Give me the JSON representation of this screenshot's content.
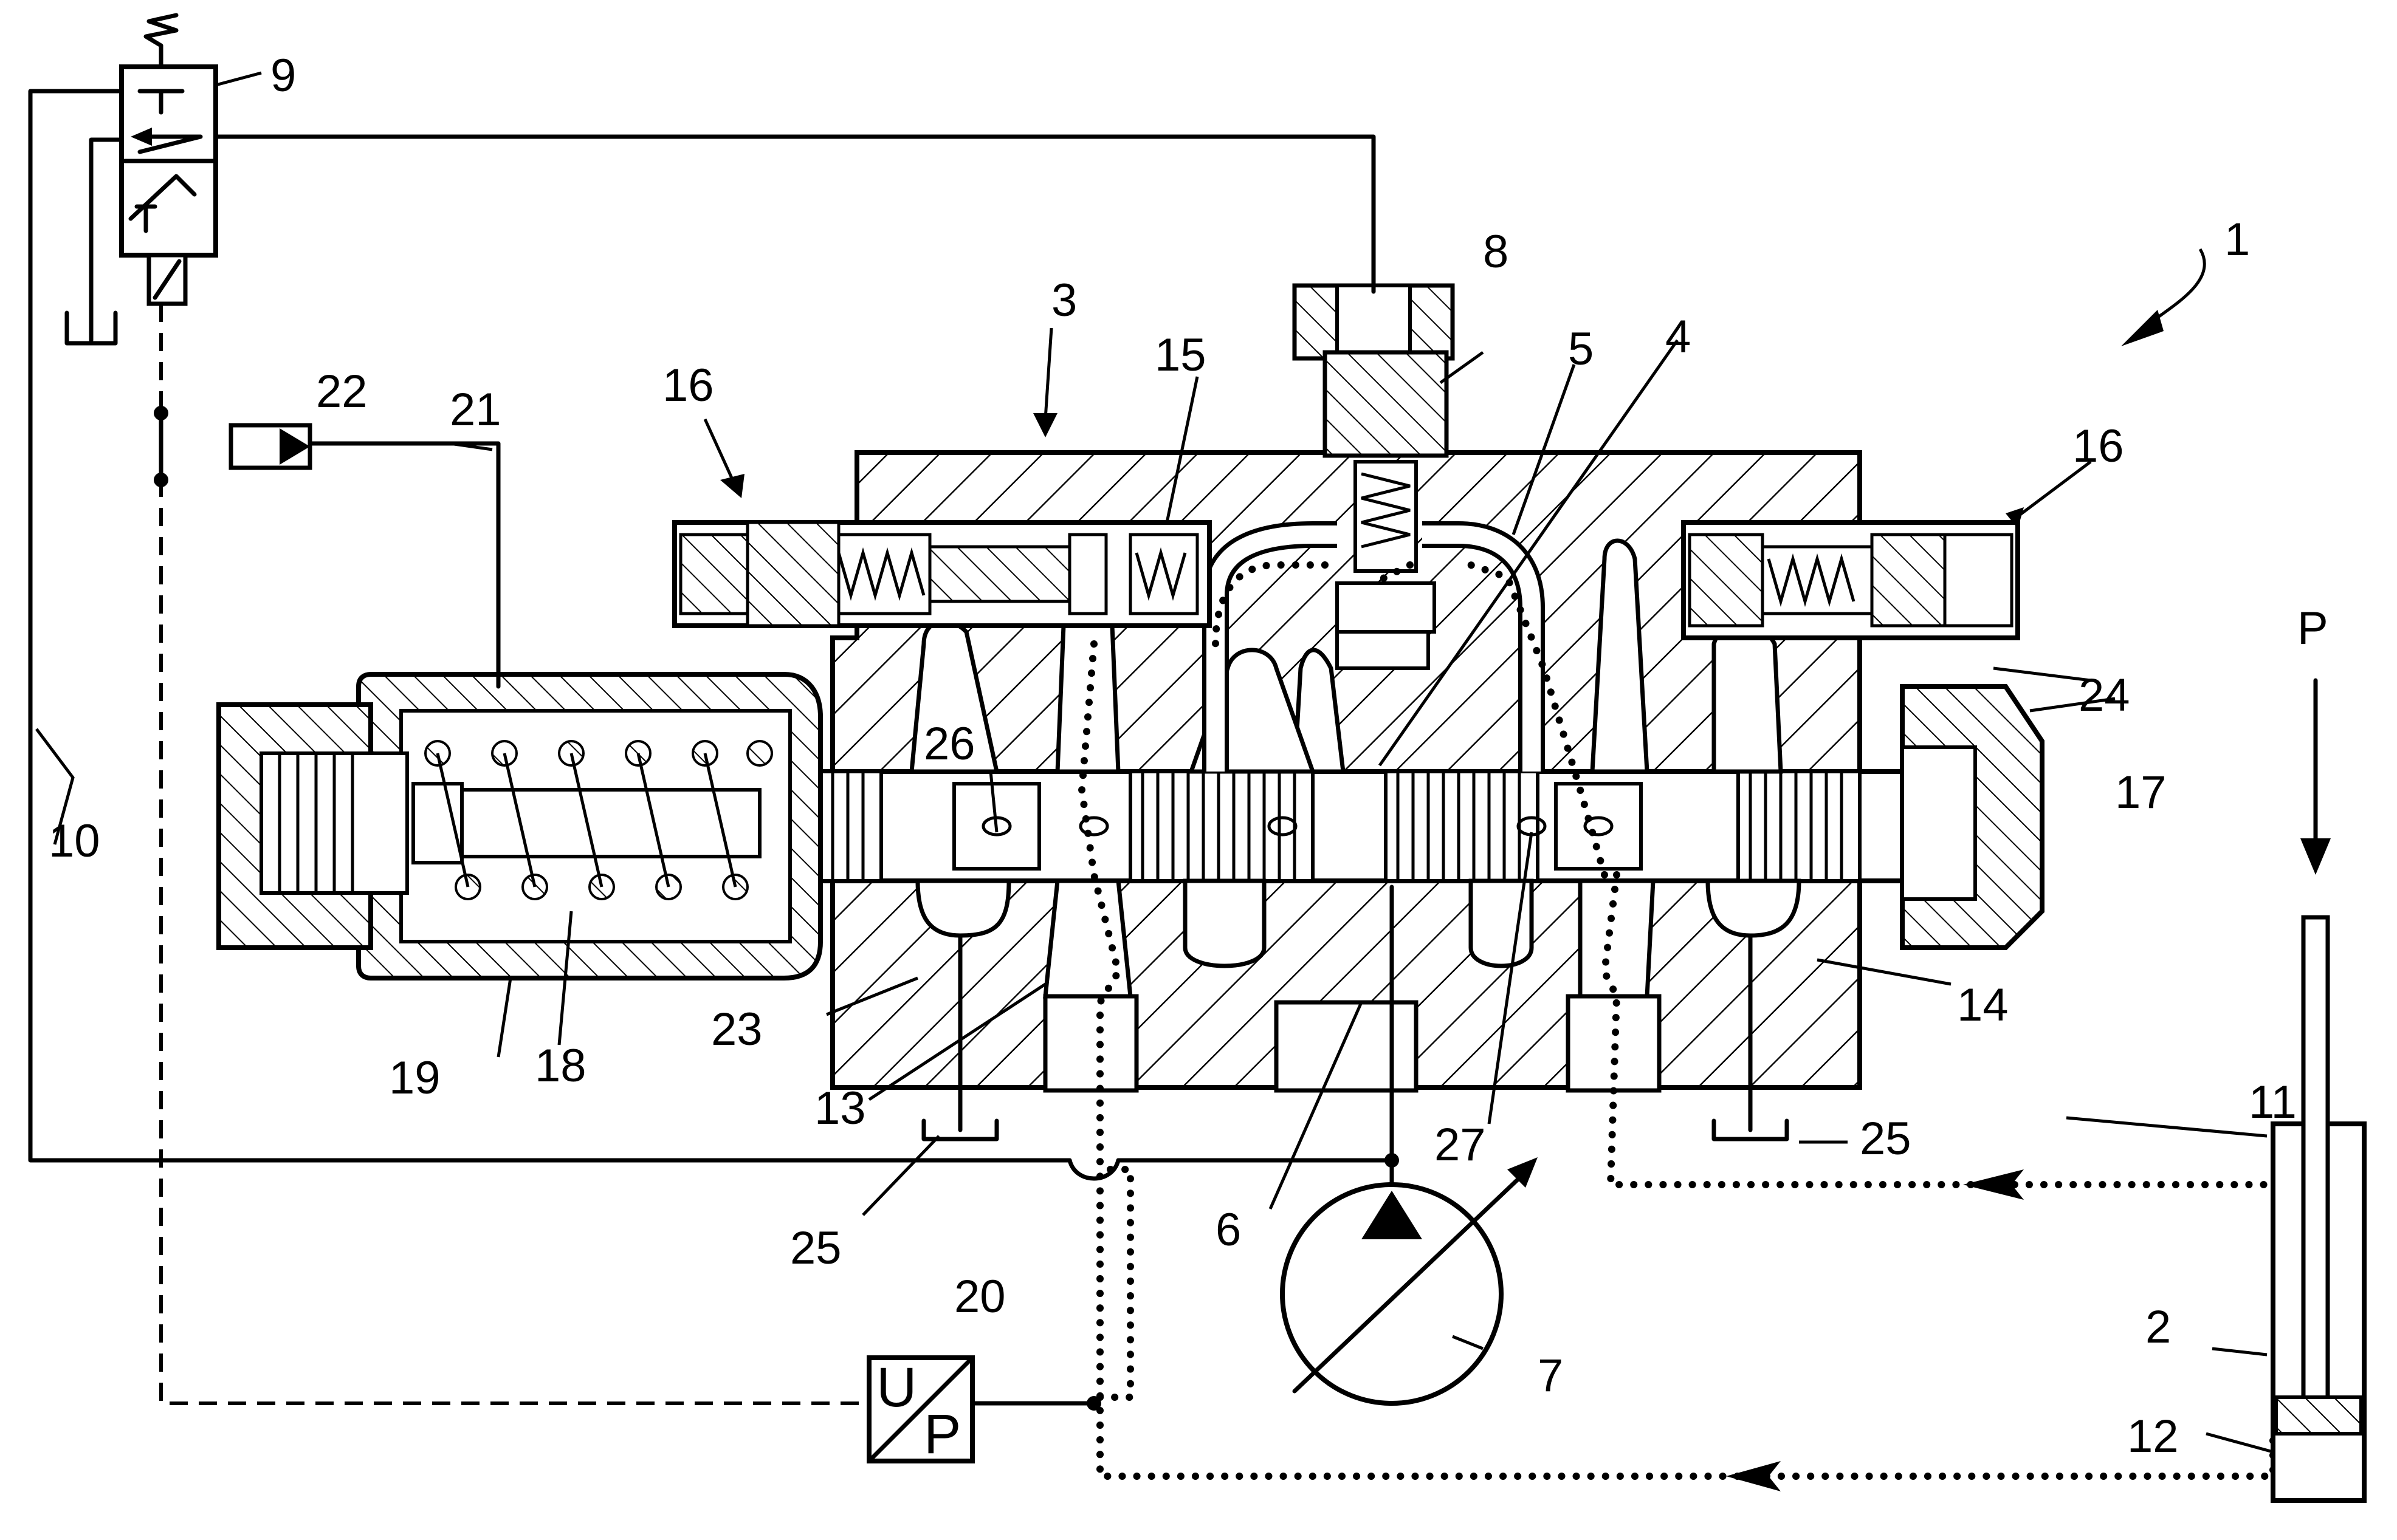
{
  "figure": {
    "labels": {
      "l1": "1",
      "l2": "2",
      "l3": "3",
      "l4": "4",
      "l5": "5",
      "l6": "6",
      "l7": "7",
      "l8": "8",
      "l9": "9",
      "l10": "10",
      "l11": "11",
      "l12": "12",
      "l13": "13",
      "l14": "14",
      "l15": "15",
      "l16a": "16",
      "l16b": "16",
      "l17": "17",
      "l18": "18",
      "l19": "19",
      "l20": "20",
      "l21": "21",
      "l22": "22",
      "l23": "23",
      "l24": "24",
      "l25a": "25",
      "l25b": "25",
      "l26": "26",
      "l27": "27",
      "lP": "P"
    },
    "converter": {
      "u": "U",
      "p": "P"
    }
  }
}
